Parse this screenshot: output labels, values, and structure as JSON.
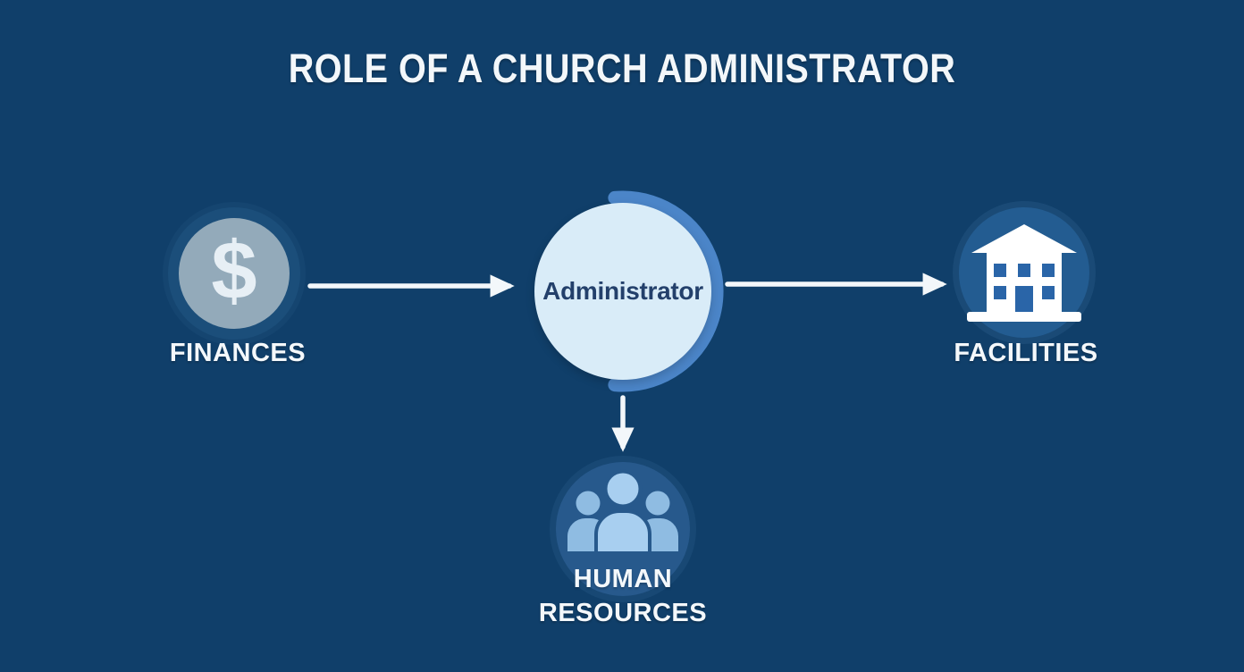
{
  "title": "ROLE OF A CHURCH ADMINISTRATOR",
  "diagram": {
    "center": {
      "id": "administrator",
      "label": "Administrator"
    },
    "nodes": [
      {
        "id": "finances",
        "label": "FINANCES",
        "icon": "dollar-sign-icon",
        "glyph": "$",
        "position": "left"
      },
      {
        "id": "facilities",
        "label": "FACILITIES",
        "icon": "building-icon",
        "position": "right"
      },
      {
        "id": "human-resources",
        "label": "HUMAN RESOURCES",
        "lines": [
          "HUMAN",
          "RESOURCES"
        ],
        "icon": "people-group-icon",
        "position": "bottom"
      }
    ],
    "connections": [
      {
        "from": "finances",
        "to": "administrator",
        "direction": "right"
      },
      {
        "from": "administrator",
        "to": "facilities",
        "direction": "right"
      },
      {
        "from": "administrator",
        "to": "human-resources",
        "direction": "down"
      }
    ]
  },
  "colors": {
    "background": "#103f6a",
    "title_text": "#f3f7fa",
    "label_text": "#f4f8fb",
    "arrow": "#f3f7fa",
    "center_circle_fill": "#d9ecf8",
    "center_arc": "#4b85c8",
    "center_text": "#23406b",
    "finances_ring": "#1b4e7a",
    "finances_inner": "#93aaba",
    "finances_glyph": "#e7eff5",
    "facilities_circle": "#235c91",
    "facilities_icon": "#ffffff",
    "facilities_window": "#2a65a8",
    "hr_circle": "#27598c",
    "hr_person_center": "#a8cff0",
    "hr_person_side": "#8fbce2"
  }
}
